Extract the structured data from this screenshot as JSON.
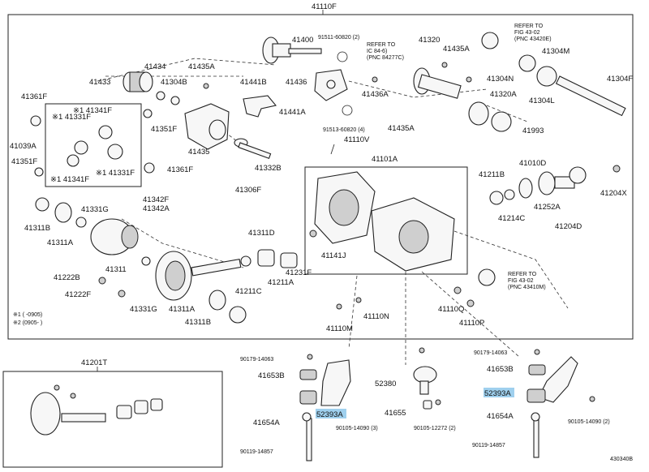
{
  "frame_label": "41110F",
  "ref1": [
    "REFER TO",
    "FIG 43-02",
    "(PNC 43420E)"
  ],
  "ref2": [
    "REFER TO",
    "FIG 43-02",
    "(PNC 43410M)"
  ],
  "note_bolt": [
    "91511-60820 (2)",
    "REFER TO",
    "IC 84-6)",
    "(PNC 84277C)"
  ],
  "footnotes": [
    "※1 (    -0905)",
    "※2 (0905-     )"
  ],
  "box2_title": "41201T",
  "diagram_id": "430340B",
  "labels": {
    "p41400": "41400",
    "p41433": "41433",
    "p41434": "41434",
    "p41435A": "41435A",
    "p41304B": "41304B",
    "p41441B": "41441B",
    "p41436": "41436",
    "p41320": "41320",
    "p41435A_2": "41435A",
    "p41304M": "41304M",
    "p41304F": "41304F",
    "p41361F": "41361F",
    "p41341F_a": "※1 41341F",
    "p41331F": "※1 41331F",
    "p41039A": "41039A",
    "p41351F": "41351F",
    "p41341F_b": "※1 41341F",
    "p41331F_b": "※1 41331F",
    "p41351F_2": "41351F",
    "p41435": "41435",
    "p41441A": "41441A",
    "p41436A": "41436A",
    "p41304N": "41304N",
    "p41304L": "41304L",
    "p41320A": "41320A",
    "p41435A_3": "41435A",
    "p41993": "41993",
    "p41110V": "41110V",
    "p41332B": "41332B",
    "p41306F": "41306F",
    "p41361F_2": "41361F",
    "p41101A": "41101A",
    "p41010D": "41010D",
    "p41211B": "41211B",
    "p41204X": "41204X",
    "p41342F": "41342F",
    "p41342A": "41342A",
    "p41252A": "41252A",
    "p41214C": "41214C",
    "p41204D": "41204D",
    "p41331G": "41331G",
    "p41311B": "41311B",
    "p41311A": "41311A",
    "p41311D": "41311D",
    "p41311": "41311",
    "p41141J": "41141J",
    "p41222B": "41222B",
    "p41222F": "41222F",
    "p41211C": "41211C",
    "p41211A": "41211A",
    "p41231F": "41231F",
    "p41331G_2": "41331G",
    "p41311A_2": "41311A",
    "p41311B_2": "41311B",
    "p41110N": "41110N",
    "p41110M": "41110M",
    "p41110Q": "41110Q",
    "p41110P": "41110P",
    "p41511": "91513-60820 (4)",
    "b_90179_l": "90179-14063",
    "b_41653B_l": "41653B",
    "b_52393A_l": "52393A",
    "b_41654A_l": "41654A",
    "b_90119_l": "90119-14857",
    "b_90105_l": "90105-14090 (3)",
    "b_52380": "52380",
    "b_41655": "41655",
    "b_90105_m": "90105-12272 (2)",
    "b_90179_r": "90179-14063",
    "b_41653B_r": "41653B",
    "b_52393A_r": "52393A",
    "b_41654A_r": "41654A",
    "b_90105_r": "90105-14090 (2)",
    "b_90119_r": "90119-14857"
  },
  "highlight_color": "#9fd0ee"
}
